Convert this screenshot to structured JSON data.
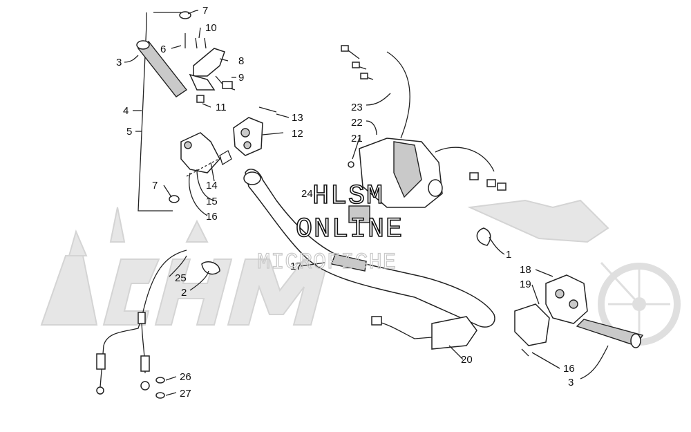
{
  "watermark": {
    "line1": "HLSM",
    "line2": "ONLINE",
    "line3": "MICROFICHE"
  },
  "callouts": [
    {
      "id": "7a",
      "label": "7"
    },
    {
      "id": "10",
      "label": "10"
    },
    {
      "id": "6",
      "label": "6"
    },
    {
      "id": "3a",
      "label": "3"
    },
    {
      "id": "8",
      "label": "8"
    },
    {
      "id": "9",
      "label": "9"
    },
    {
      "id": "4",
      "label": "4"
    },
    {
      "id": "11",
      "label": "11"
    },
    {
      "id": "5",
      "label": "5"
    },
    {
      "id": "13",
      "label": "13"
    },
    {
      "id": "12",
      "label": "12"
    },
    {
      "id": "7b",
      "label": "7"
    },
    {
      "id": "14",
      "label": "14"
    },
    {
      "id": "15",
      "label": "15"
    },
    {
      "id": "16a",
      "label": "16"
    },
    {
      "id": "23",
      "label": "23"
    },
    {
      "id": "22",
      "label": "22"
    },
    {
      "id": "21",
      "label": "21"
    },
    {
      "id": "24",
      "label": "24"
    },
    {
      "id": "1",
      "label": "1"
    },
    {
      "id": "17",
      "label": "17"
    },
    {
      "id": "25",
      "label": "25"
    },
    {
      "id": "2",
      "label": "2"
    },
    {
      "id": "18",
      "label": "18"
    },
    {
      "id": "19",
      "label": "19"
    },
    {
      "id": "20",
      "label": "20"
    },
    {
      "id": "16b",
      "label": "16"
    },
    {
      "id": "3b",
      "label": "3"
    },
    {
      "id": "26",
      "label": "26"
    },
    {
      "id": "27",
      "label": "27"
    }
  ]
}
